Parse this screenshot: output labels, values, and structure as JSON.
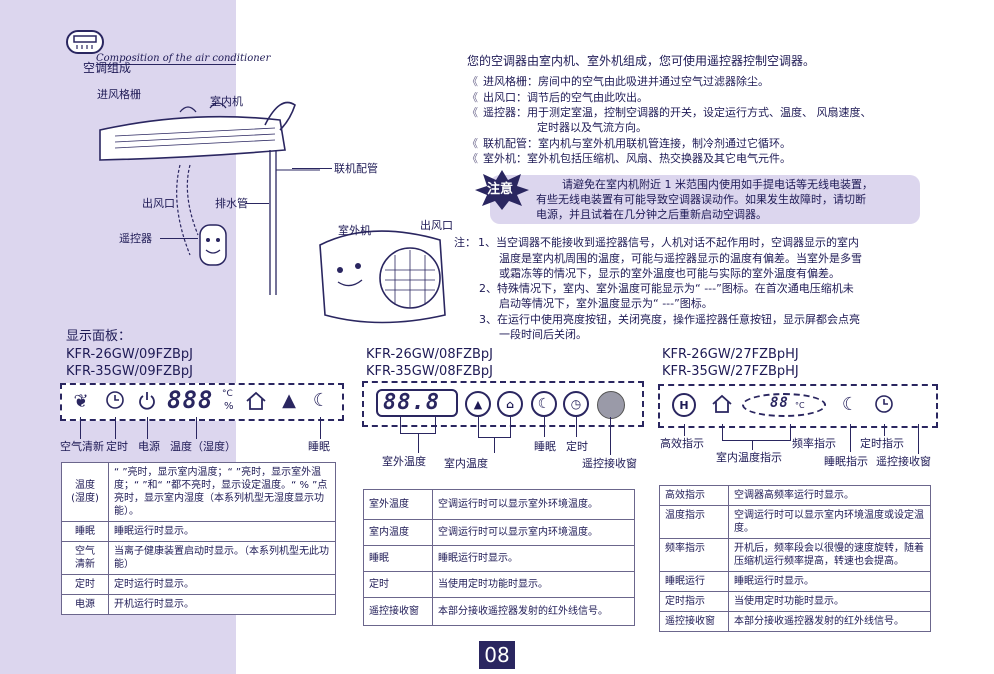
{
  "header": {
    "title_en": "Composition of the air conditioner",
    "title_cn": "空调组成"
  },
  "diagram": {
    "labels": {
      "grille": "进风格栅",
      "indoor": "室内机",
      "pipe": "联机配管",
      "outlet": "出风口",
      "drain": "排水管",
      "remote": "遥控器",
      "outdoor": "室外机",
      "outlet2": "出风口"
    }
  },
  "intro": {
    "heading": "您的空调器由室内机、室外机组成，您可使用遥控器控制空调器。",
    "bullets": [
      "进风格栅：房间中的空气由此吸进并通过空气过滤器除尘。",
      "出风口：调节后的空气由此吹出。",
      "遥控器：用于测定室温，控制空调器的开关，设定运行方式、温度、 风扇速度、",
      "定时器以及气流方向。",
      "联机配管：室内机与室外机用联机管连接，制冷剂通过它循环。",
      "室外机：室外机包括压缩机、风扇、热交换器及其它电气元件。"
    ]
  },
  "caution": {
    "badge": "注意",
    "lines": [
      "请避免在室内机附近 1 米范围内使用如手提电话等无线电装置，",
      "有些无线电装置有可能导致空调器误动作。如果发生故障时，请切断",
      "电源，并且试着在几分钟之后重新启动空调器。"
    ]
  },
  "notes": {
    "prefix": "注：",
    "lines": [
      "1、当空调器不能接收到遥控器信号，人机对话不起作用时，空调器显示的室内",
      "温度是室内机周围的温度，可能与遥控器显示的温度有偏差。当室外是多雪",
      "或霜冻等的情况下，显示的室外温度也可能与实际的室外温度有偏差。",
      "2、特殊情况下，室内、室外温度可能显示为“ ---”图标。在首次通电压缩机未",
      "启动等情况下，室外温度显示为“ ---”图标。",
      "3、在运行中使用亮度按钮，关闭亮度，操作遥控器任意按钮，显示屏都会点亮",
      "一段时间后关闭。"
    ]
  },
  "panel1": {
    "heading": "显示面板：",
    "models": [
      "KFR-26GW/09FZBpJ",
      "KFR-35GW/09FZBpJ"
    ],
    "digits": "888",
    "percent": "%",
    "degree": "°C",
    "labels": [
      "空气清新",
      "定时",
      "电源",
      "温度（湿度）",
      "睡眠"
    ],
    "table": [
      {
        "name": "温度\n(湿度)",
        "desc": "“  ”亮时，显示室内温度；“  ”亮时，显示室外温度；“  ”和“  ”都不亮时，显示设定温度。“ % ”点亮时，显示室内湿度（本系列机型无湿度显示功能）。"
      },
      {
        "name": "睡眠",
        "desc": "睡眠运行时显示。"
      },
      {
        "name": "空气\n清新",
        "desc": "当离子健康装置启动时显示。（本系列机型无此功能）"
      },
      {
        "name": "定时",
        "desc": "定时运行时显示。"
      },
      {
        "name": "电源",
        "desc": "开机运行时显示。"
      }
    ]
  },
  "panel2": {
    "models": [
      "KFR-26GW/08FZBpJ",
      "KFR-35GW/08FZBpJ"
    ],
    "digits": "88.8",
    "labels": {
      "outdoor": "室外温度",
      "indoor": "室内温度",
      "sleep": "睡眠",
      "timer": "定时",
      "receiver": "遥控接收窗"
    },
    "table": [
      {
        "name": "室外温度",
        "desc": "空调运行时可以显示室外环境温度。"
      },
      {
        "name": "室内温度",
        "desc": "空调运行时可以显示室内环境温度。"
      },
      {
        "name": "睡眠",
        "desc": "睡眠运行时显示。"
      },
      {
        "name": "定时",
        "desc": "当使用定时功能时显示。"
      },
      {
        "name": "遥控接收窗",
        "desc": "本部分接收遥控器发射的红外线信号。"
      }
    ]
  },
  "panel3": {
    "models": [
      "KFR-26GW/27FZBpHJ",
      "KFR-35GW/27FZBpHJ"
    ],
    "digits": "88",
    "degree": "°C",
    "labels": {
      "high": "高效指示",
      "indoor": "室内温度指示",
      "freq": "频率指示",
      "timer": "定时指示",
      "sleep": "睡眠指示",
      "receiver": "遥控接收窗"
    },
    "table": [
      {
        "name": "高效指示",
        "desc": "空调器高频率运行时显示。"
      },
      {
        "name": "温度指示",
        "desc": "空调运行时可以显示室内环境温度或设定温度。"
      },
      {
        "name": "频率指示",
        "desc": "开机后，频率段会以很慢的速度旋转，随着压缩机运行频率提高，转速也会提高。"
      },
      {
        "name": "睡眠运行",
        "desc": "睡眠运行时显示。"
      },
      {
        "name": "定时指示",
        "desc": "当使用定时功能时显示。"
      },
      {
        "name": "遥控接收窗",
        "desc": "本部分接收遥控器发射的红外线信号。"
      }
    ]
  },
  "page_number": "08"
}
